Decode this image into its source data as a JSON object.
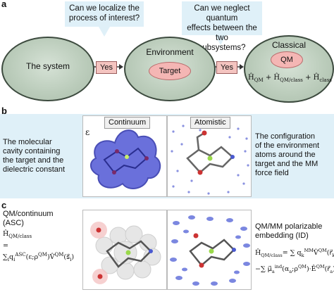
{
  "panels": {
    "a": "a",
    "b": "b",
    "c": "c"
  },
  "row_a": {
    "question1": "Can we localize the\nprocess of interest?",
    "question2": "Can we neglect quantum\neffects between the two\nsubsystems?",
    "system": "The system",
    "environment": "Environment",
    "target": "Target",
    "classical": "Classical",
    "qm": "QM",
    "yes1": "Yes",
    "yes2": "Yes",
    "hamiltonian_parts": [
      "Ĥ",
      "QM",
      "+ Ĥ",
      "QM/class",
      "+ Ĥ",
      "class"
    ]
  },
  "row_b": {
    "left_text": "The molecular\ncavity containing\nthe target and the\ndielectric constant",
    "continuum_label": "Continuum",
    "epsilon": "ε",
    "atomistic_label": "Atomistic",
    "right_text": "The configuration\nof the environment\natoms around the\ntarget and the MM\nforce field"
  },
  "row_c": {
    "left_title": "QM/continuum\n(ASC)",
    "left_eq_lhs": "Ĥ",
    "left_eq_lhs_sub": "QM/class",
    "left_eq_eq": "=",
    "left_eq_sum": "∑",
    "left_eq_sum_sub": "i",
    "left_eq_body": "q",
    "left_eq_body_sub": "i",
    "left_eq_sup": "ASC",
    "left_eq_args": "(ε;ρ",
    "left_eq_args_sup": "QM",
    "left_eq_tail": ")V̂",
    "left_eq_tail_sup": "QM",
    "left_eq_end": "(s⃗",
    "left_eq_end_sub": "i",
    "left_eq_close": ")",
    "right_title": "QM/MM polarizable\nembedding (ID)",
    "right_eq1_lhs": "Ĥ",
    "right_eq1_lhs_sub": "QM/class",
    "right_eq1_rhs": "= ∑ q",
    "right_eq1_rhs_sub": "k",
    "right_eq1_mm": "MM",
    "right_eq1_v": "V̂",
    "right_eq1_v_sup": "QM",
    "right_eq1_r": "(r⃗",
    "right_eq1_r_sub": "k",
    "right_eq1_close": ")",
    "right_eq2": "−∑ μ⃗",
    "right_eq2_sub": "a",
    "right_eq2_sup": "ind",
    "right_eq2_mid": "(α",
    "right_eq2_mid_sub": "a",
    "right_eq2_mid2": ";ρ",
    "right_eq2_mid2_sup": "QM",
    "right_eq2_end": ")·Ê",
    "right_eq2_end_sup": "QM",
    "right_eq2_r": "(r⃗",
    "right_eq2_r_sub": "a",
    "right_eq2_close": ")"
  },
  "colors": {
    "ellipse_fill": "#bccdbc",
    "ellipse_border": "#3c4a3e",
    "pink": "#f4b6b4",
    "question_bg": "#dff0f8",
    "cavity_blue": "#5e64d8",
    "dipole_blue": "#4f5fd6"
  }
}
